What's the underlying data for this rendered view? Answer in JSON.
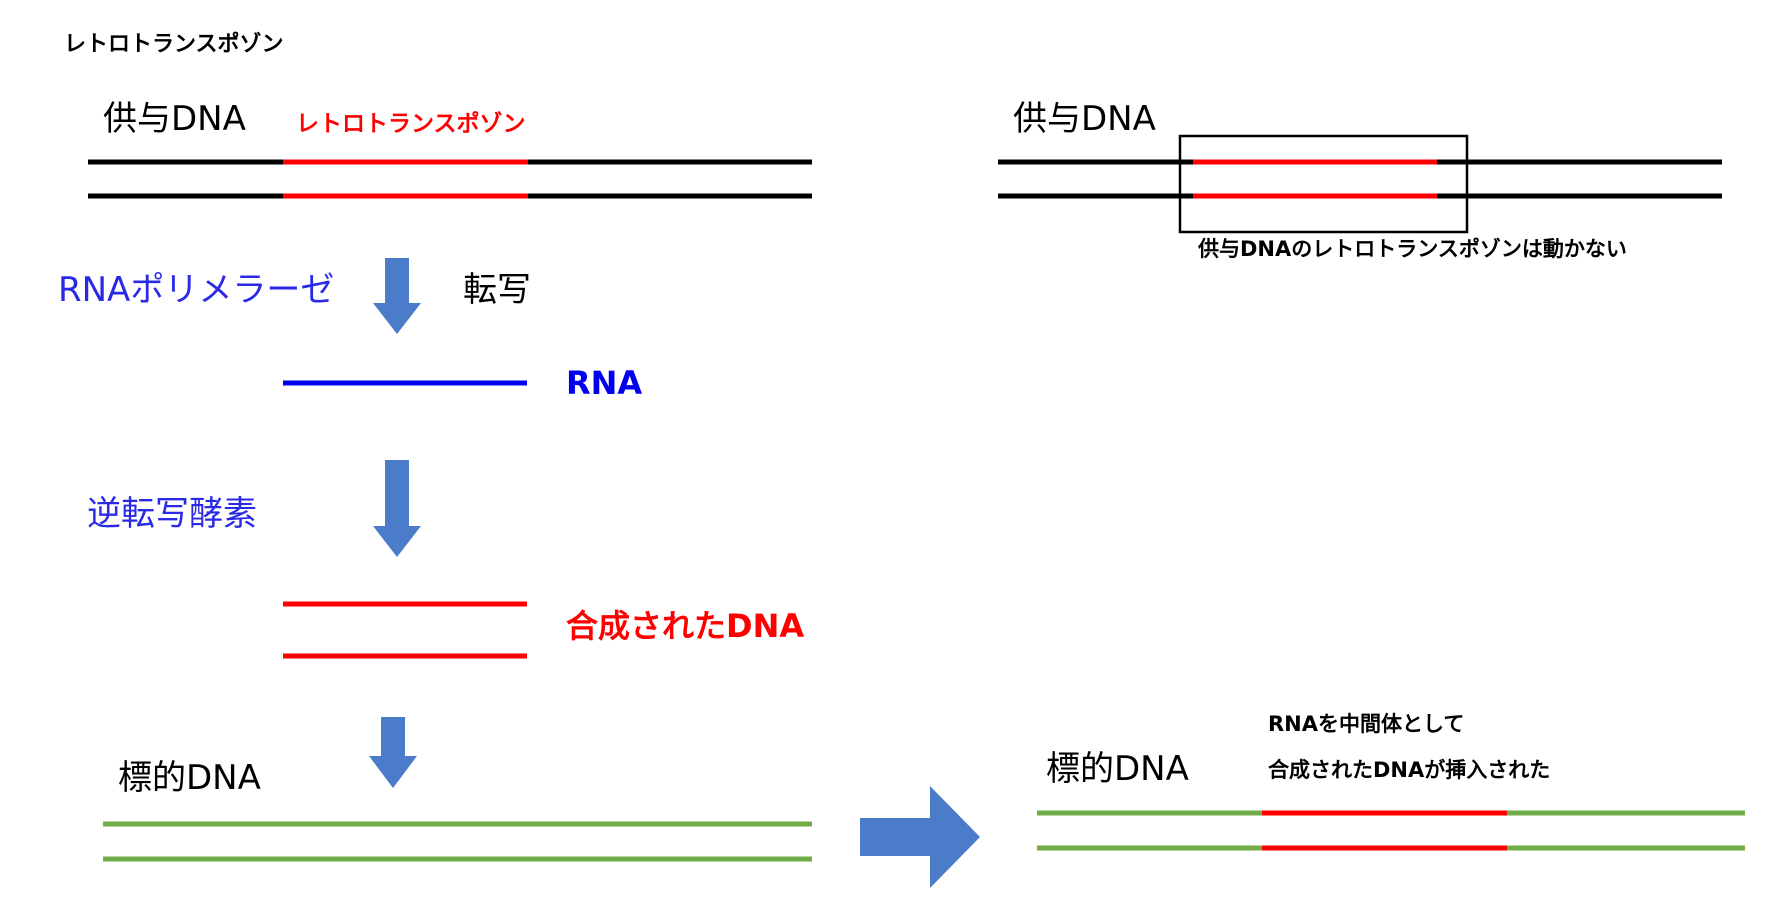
{
  "title": "レトロトランスポゾン",
  "colors": {
    "black": "#000000",
    "red": "#ff0000",
    "blue": "#0000ee",
    "arrow": "#4a7cc9",
    "green": "#70ad47",
    "label_blue": "#2a2ae6"
  },
  "labels": {
    "donor_left": "供与DNA",
    "retro_left": "レトロトランスポゾン",
    "donor_right": "供与DNA",
    "donor_note": "供与DNAのレトロトランスポゾンは動かない",
    "rna_polymerase": "RNAポリメラーゼ",
    "transcription": "転写",
    "rna": "RNA",
    "reverse_transcriptase": "逆転写酵素",
    "synth_dna": "合成されたDNA",
    "target_left": "標的DNA",
    "target_right": "標的DNA",
    "insert_note_1": "RNAを中間体として",
    "insert_note_2": "合成されたDNAが挿入された"
  }
}
